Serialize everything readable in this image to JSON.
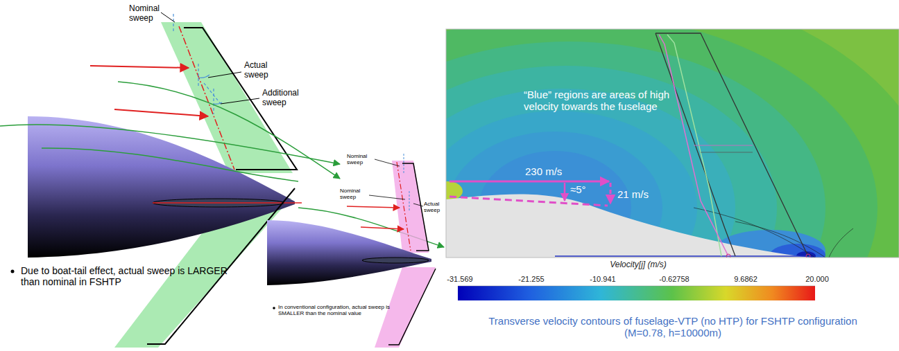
{
  "diagram": {
    "caption": "Transverse velocity contours of fuselage-VTP (no HTP) for FSHTP configuration (M=0.78, h=10000m)",
    "labels": [
      "Nominal sweep",
      "Actual sweep",
      "Additional sweep",
      "Due to boat-tail effect, actual sweep is LARGER than nominal in FSHTP",
      "Nominal sweep",
      "Nominal sweep",
      "Actual sweep",
      "In conventional configuration, actual sweep is SMALLER than the nominal value",
      "“Blue” regions are areas of high velocity towards the fuselage",
      "230 m/s",
      "≈5°",
      "21 m/s",
      "Velocity[j] (m/s)",
      "-31.569",
      "-21.255",
      "-10.941",
      "-0.62758",
      "9.6862",
      "20.000"
    ]
  }
}
